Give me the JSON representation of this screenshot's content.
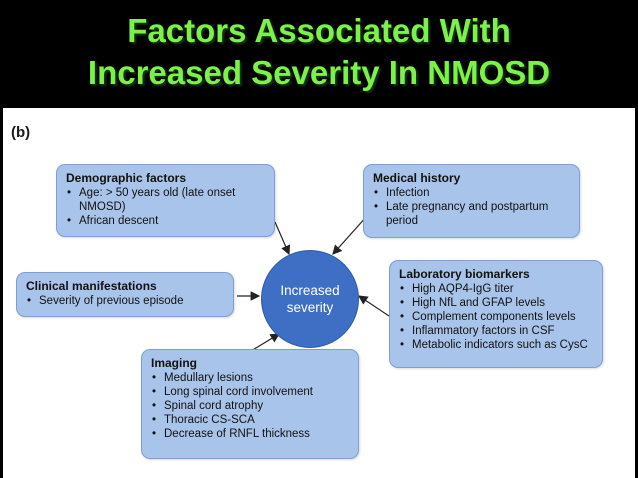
{
  "title": {
    "line1": "Factors Associated With",
    "line2": "Increased Severity In NMOSD"
  },
  "figure_label": "(b)",
  "center": {
    "line1": "Increased",
    "line2": "severity"
  },
  "boxes": {
    "demographic": {
      "heading": "Demographic factors",
      "items": [
        "Age: > 50 years old (late onset NMOSD)",
        "African descent"
      ]
    },
    "medical": {
      "heading": "Medical history",
      "items": [
        "Infection",
        "Late pregnancy and postpartum period"
      ]
    },
    "clinical": {
      "heading": "Clinical manifestations",
      "items": [
        "Severity of previous episode"
      ]
    },
    "laboratory": {
      "heading": "Laboratory biomarkers",
      "items": [
        "High AQP4-IgG titer",
        "High NfL and GFAP levels",
        "Complement components levels",
        "Inflammatory factors in CSF",
        "Metabolic indicators such as CysC"
      ]
    },
    "imaging": {
      "heading": "Imaging",
      "items": [
        "Medullary lesions",
        "Long spinal cord involvement",
        "Spinal cord atrophy",
        "Thoracic CS-SCA",
        "Decrease of RNFL thickness"
      ]
    }
  },
  "colors": {
    "title_text": "#7EF04A",
    "box_fill": "#A9C4EA",
    "center_fill": "#3E6FC5"
  }
}
